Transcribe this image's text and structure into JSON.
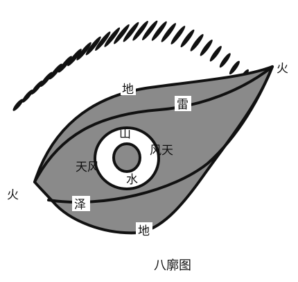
{
  "diagram": {
    "caption": "八廓图",
    "labels": {
      "fire_right": "火",
      "fire_left": "火",
      "earth_top": "地",
      "thunder": "雷",
      "mountain": "山",
      "wind_heaven_right": "风天",
      "heaven_wind_left": "天风",
      "water": "水",
      "marsh": "泽",
      "earth_bottom": "地"
    },
    "colors": {
      "sclera_fill": "#8a8a8a",
      "outline": "#111111",
      "background": "#ffffff"
    }
  }
}
